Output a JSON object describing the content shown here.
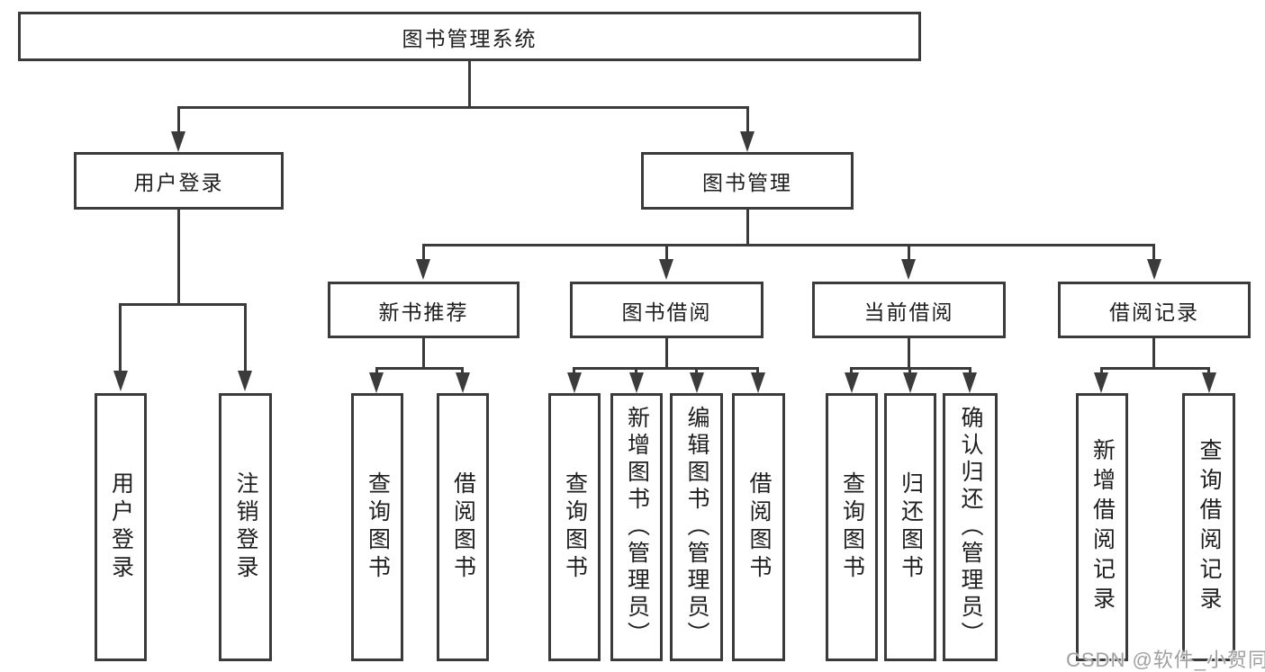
{
  "diagram_title": "图书管理系统",
  "tree": {
    "label": "图书管理系统",
    "children": [
      {
        "label": "用户登录",
        "children": [
          {
            "label": "用户登录"
          },
          {
            "label": "注销登录"
          }
        ]
      },
      {
        "label": "图书管理",
        "children": [
          {
            "label": "新书推荐",
            "children": [
              {
                "label": "查询图书"
              },
              {
                "label": "借阅图书"
              }
            ]
          },
          {
            "label": "图书借阅",
            "children": [
              {
                "label": "查询图书"
              },
              {
                "label": "新增图书（管理员）"
              },
              {
                "label": "编辑图书（管理员）"
              },
              {
                "label": "借阅图书"
              }
            ]
          },
          {
            "label": "当前借阅",
            "children": [
              {
                "label": "查询图书"
              },
              {
                "label": "归还图书"
              },
              {
                "label": "确认归还（管理员）"
              }
            ]
          },
          {
            "label": "借阅记录",
            "children": [
              {
                "label": "新增借阅记录"
              },
              {
                "label": "查询借阅记录"
              }
            ]
          }
        ]
      }
    ]
  },
  "watermark": {
    "text": "CSDN @软件_小贺同学"
  },
  "colors": {
    "line": "#3b3b3b",
    "text": "#1e1e1e",
    "background": "#ffffff",
    "watermark": "#a0a0a0"
  }
}
